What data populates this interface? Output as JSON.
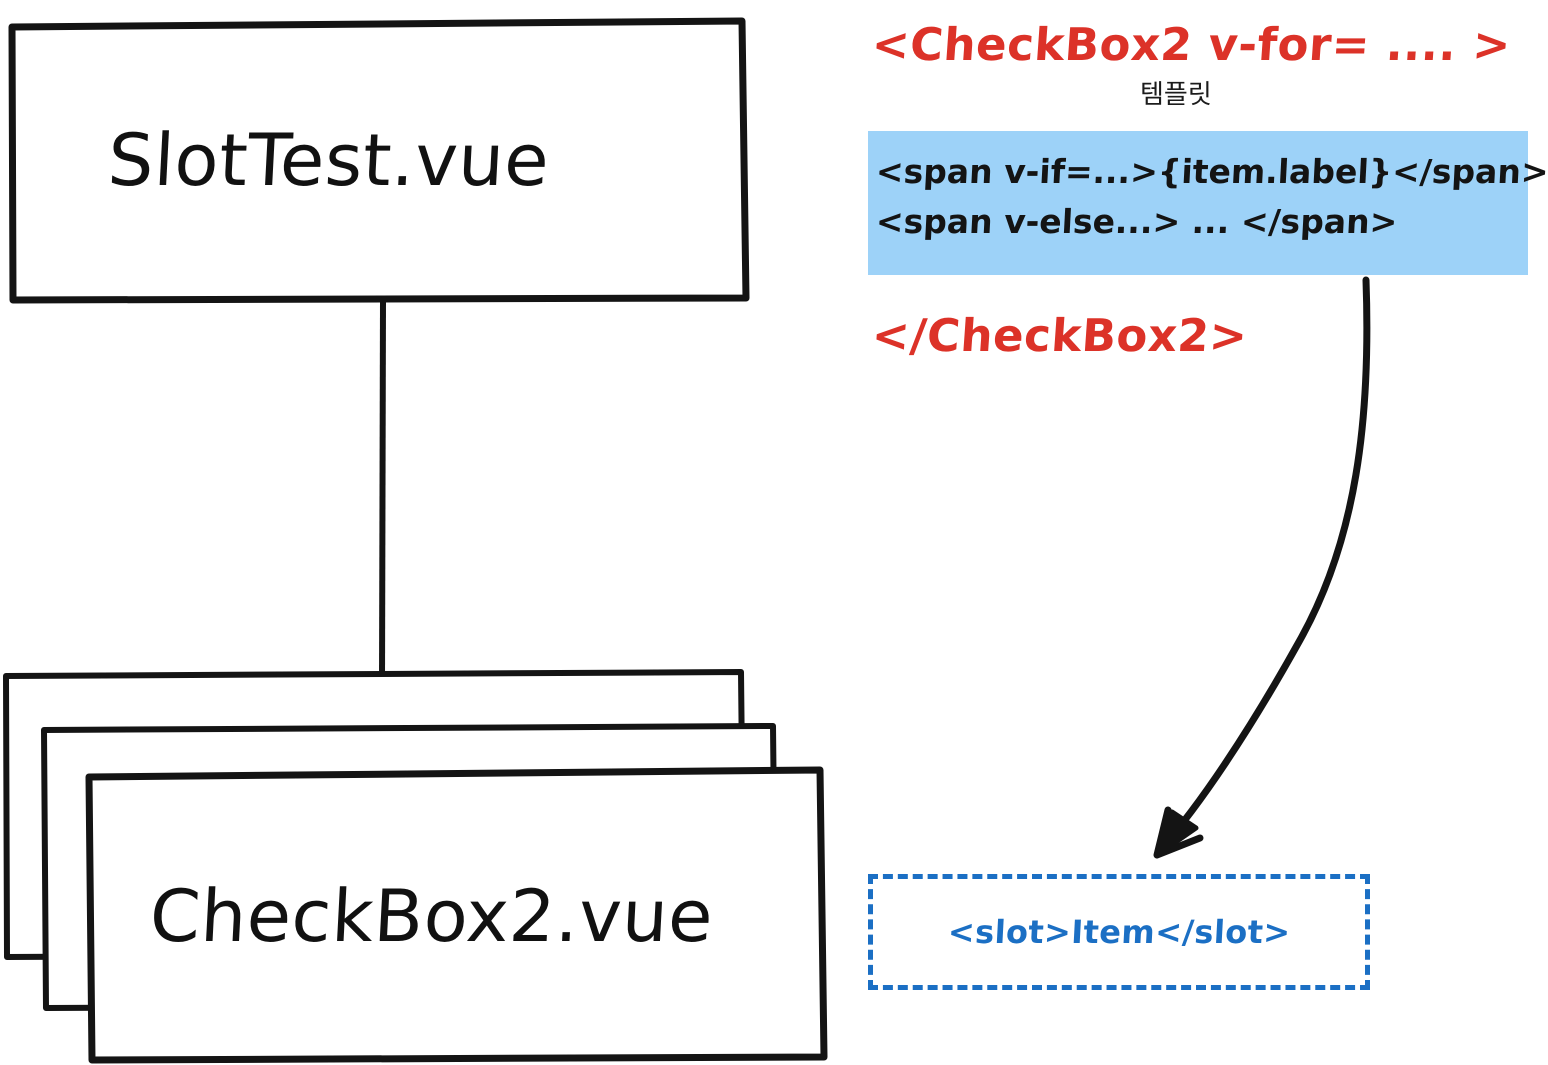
{
  "diagram": {
    "title": "Vue slot composition diagram",
    "colors": {
      "ink": "#111111",
      "red": "#DC3228",
      "blue": "#1B6FC4",
      "highlight_bg": "#9DD2F8",
      "page_bg": "#FFFFFF"
    },
    "components": {
      "parent_box_label": "SlotTest.vue",
      "child_box_label": "CheckBox2.vue",
      "child_stack_count": 3
    },
    "code": {
      "open_tag": "<CheckBox2 v-for= .... >",
      "close_tag": "</CheckBox2>",
      "template_caption": "템플릿",
      "highlighted_lines": [
        "<span v-if=...>{item.label}</span>",
        "<span v-else...> ... </span>"
      ]
    },
    "slot": {
      "label": "<slot>Item</slot>"
    },
    "connectors": {
      "parent_to_child": "vertical-line",
      "template_to_slot": "curved-arrow"
    }
  }
}
